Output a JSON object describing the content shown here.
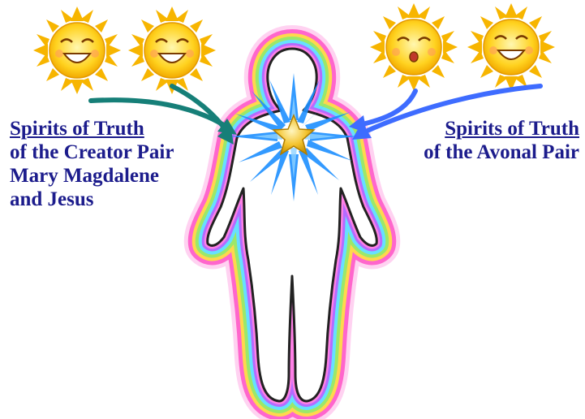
{
  "left_label": {
    "heading": "Spirits of Truth",
    "lines": [
      "of the Creator Pair",
      "Mary Magdalene",
      "and Jesus"
    ]
  },
  "right_label": {
    "heading": "Spirits of Truth",
    "lines": [
      "of the Avonal Pair"
    ]
  },
  "colors": {
    "text": "#1c1c8c",
    "left_arrow": "#167f78",
    "right_arrow": "#3e6cff",
    "star_gold": "#f4c430",
    "star_burst": "#1e90ff",
    "aura": [
      "#ff7fd8",
      "#ff66cc",
      "#ffd84d",
      "#9be86a",
      "#66e0ff",
      "#b46bff",
      "#ff80e6"
    ]
  },
  "icons": [
    "smiling-sun-icon",
    "smiling-sun-icon",
    "smiling-sun-icon",
    "smiling-sun-icon",
    "star-burst-icon",
    "human-silhouette-icon"
  ]
}
